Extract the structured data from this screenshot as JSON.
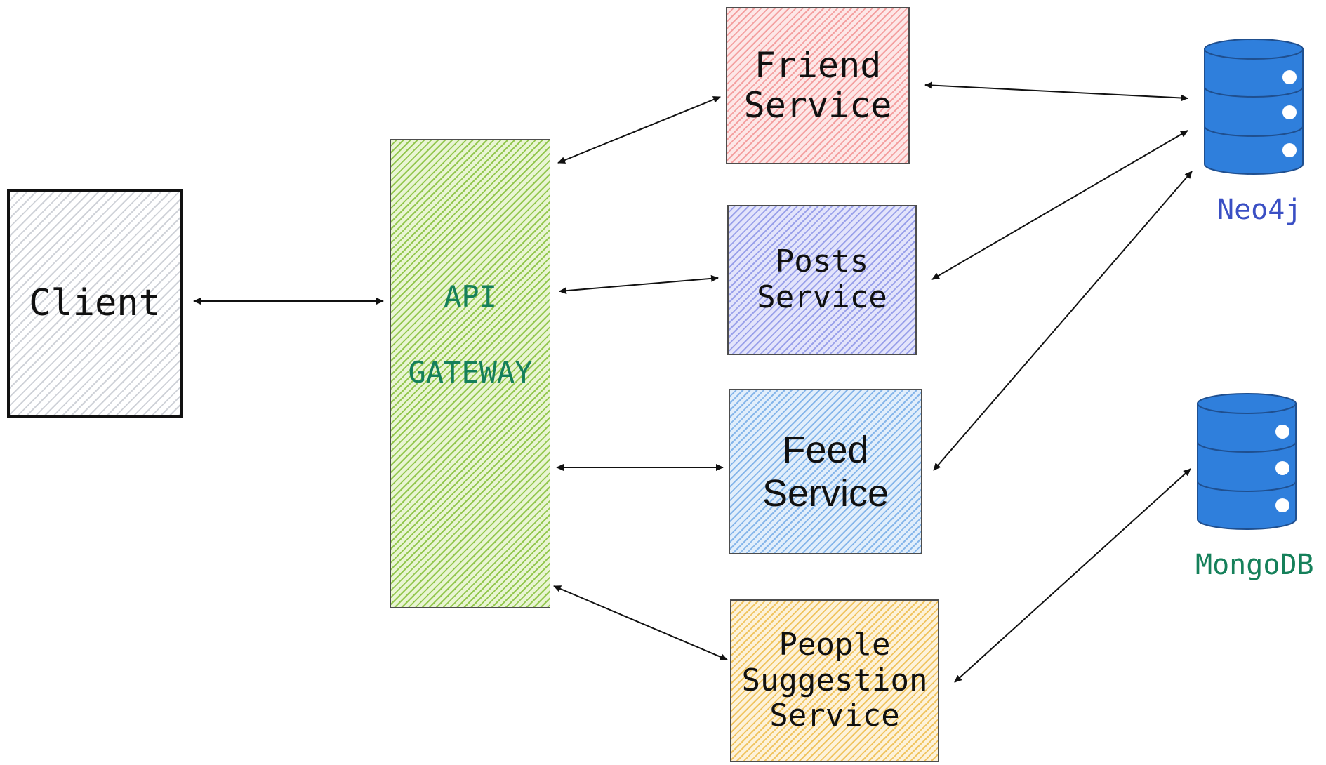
{
  "client": {
    "label": "Client"
  },
  "gateway": {
    "line1": "API",
    "line2": "GATEWAY",
    "color": "#15805a"
  },
  "services": {
    "friend": {
      "line1": "Friend",
      "line2": "Service"
    },
    "posts": {
      "line1": "Posts",
      "line2": "Service"
    },
    "feed": {
      "line1": "Feed",
      "line2": "Service"
    },
    "people": {
      "line1": "People",
      "line2": "Suggestion",
      "line3": "Service"
    }
  },
  "databases": {
    "neo4j": {
      "label": "Neo4j",
      "color": "#3a4fc4",
      "icon": "database-icon"
    },
    "mongodb": {
      "label": "MongoDB",
      "color": "#15805a",
      "icon": "database-icon"
    }
  },
  "colors": {
    "database_fill": "#2f7fdc",
    "database_stroke": "#1f4f8f",
    "arrow": "#111111"
  }
}
